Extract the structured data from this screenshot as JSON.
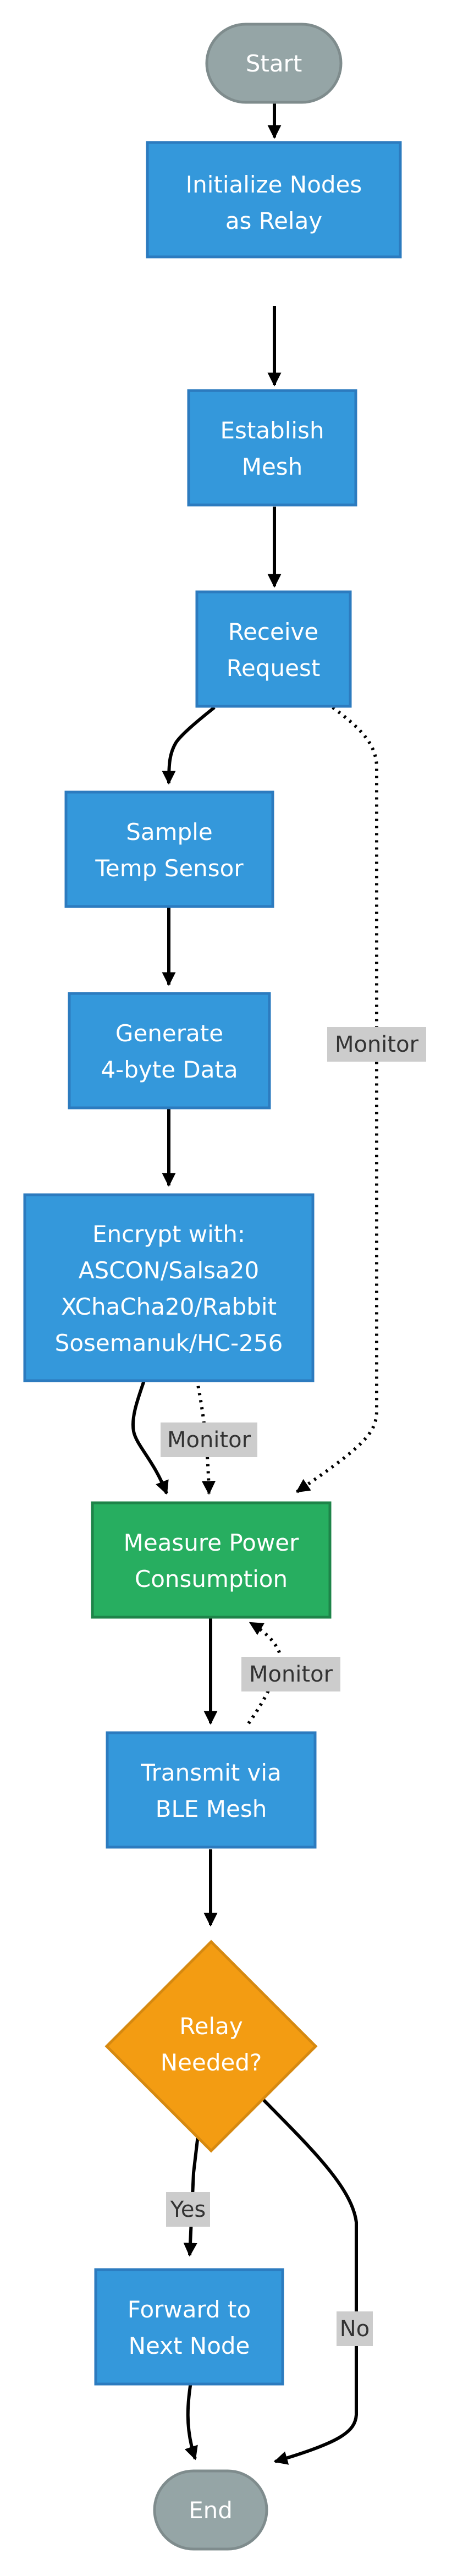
{
  "nodes": {
    "start": {
      "label": "Start",
      "shape": "terminal",
      "color": "#95a5a6"
    },
    "init": {
      "lines": [
        "Initialize Nodes",
        "as Relay"
      ],
      "shape": "process",
      "color": "#3498db"
    },
    "mesh": {
      "lines": [
        "Establish",
        "Mesh"
      ],
      "shape": "process",
      "color": "#3498db"
    },
    "receive": {
      "lines": [
        "Receive",
        "Request"
      ],
      "shape": "process",
      "color": "#3498db"
    },
    "sample": {
      "lines": [
        "Sample",
        "Temp Sensor"
      ],
      "shape": "process",
      "color": "#3498db"
    },
    "generate": {
      "lines": [
        "Generate",
        "4-byte Data"
      ],
      "shape": "process",
      "color": "#3498db"
    },
    "encrypt": {
      "lines": [
        "Encrypt with:",
        "ASCON/Salsa20",
        "XChaCha20/Rabbit",
        "Sosemanuk/HC-256"
      ],
      "shape": "process",
      "color": "#3498db"
    },
    "measure": {
      "lines": [
        "Measure Power",
        "Consumption"
      ],
      "shape": "process",
      "color": "#27ae60"
    },
    "transmit": {
      "lines": [
        "Transmit via",
        "BLE Mesh"
      ],
      "shape": "process",
      "color": "#3498db"
    },
    "relay": {
      "lines": [
        "Relay",
        "Needed?"
      ],
      "shape": "decision",
      "color": "#f39c12"
    },
    "forward": {
      "lines": [
        "Forward to",
        "Next Node"
      ],
      "shape": "process",
      "color": "#3498db"
    },
    "end": {
      "label": "End",
      "shape": "terminal",
      "color": "#95a5a6"
    }
  },
  "edge_labels": {
    "monitor_receive": "Monitor",
    "monitor_encrypt": "Monitor",
    "monitor_transmit": "Monitor",
    "yes": "Yes",
    "no": "No"
  },
  "colors": {
    "process_border": "#2c7bbf",
    "measure_border": "#1e8449",
    "decision_border": "#d68910",
    "terminal_border": "#7f8c8d",
    "edge": "#000000",
    "label_bg": "#cccccc"
  }
}
